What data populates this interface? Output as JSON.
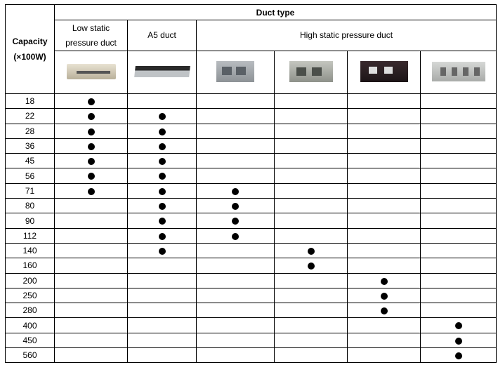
{
  "header": {
    "capacity_label": "Capacity",
    "capacity_unit": "(×100W)",
    "duct_type": "Duct type",
    "groups": {
      "low_static": [
        "Low static",
        "pressure duct"
      ],
      "a5": "A5 duct",
      "high_static": "High static pressure duct"
    }
  },
  "product_images": [
    "low-static-duct-unit",
    "a5-duct-unit",
    "high-static-duct-unit-1",
    "high-static-duct-unit-2",
    "high-static-duct-unit-3",
    "high-static-duct-unit-4"
  ],
  "rows": [
    {
      "capacity": "18",
      "marks": [
        1,
        0,
        0,
        0,
        0,
        0
      ]
    },
    {
      "capacity": "22",
      "marks": [
        1,
        1,
        0,
        0,
        0,
        0
      ]
    },
    {
      "capacity": "28",
      "marks": [
        1,
        1,
        0,
        0,
        0,
        0
      ]
    },
    {
      "capacity": "36",
      "marks": [
        1,
        1,
        0,
        0,
        0,
        0
      ]
    },
    {
      "capacity": "45",
      "marks": [
        1,
        1,
        0,
        0,
        0,
        0
      ]
    },
    {
      "capacity": "56",
      "marks": [
        1,
        1,
        0,
        0,
        0,
        0
      ]
    },
    {
      "capacity": "71",
      "marks": [
        1,
        1,
        1,
        0,
        0,
        0
      ]
    },
    {
      "capacity": "80",
      "marks": [
        0,
        1,
        1,
        0,
        0,
        0
      ]
    },
    {
      "capacity": "90",
      "marks": [
        0,
        1,
        1,
        0,
        0,
        0
      ]
    },
    {
      "capacity": "112",
      "marks": [
        0,
        1,
        1,
        0,
        0,
        0
      ]
    },
    {
      "capacity": "140",
      "marks": [
        0,
        1,
        0,
        1,
        0,
        0
      ]
    },
    {
      "capacity": "160",
      "marks": [
        0,
        0,
        0,
        1,
        0,
        0
      ]
    },
    {
      "capacity": "200",
      "marks": [
        0,
        0,
        0,
        0,
        1,
        0
      ]
    },
    {
      "capacity": "250",
      "marks": [
        0,
        0,
        0,
        0,
        1,
        0
      ]
    },
    {
      "capacity": "280",
      "marks": [
        0,
        0,
        0,
        0,
        1,
        0
      ]
    },
    {
      "capacity": "400",
      "marks": [
        0,
        0,
        0,
        0,
        0,
        1
      ]
    },
    {
      "capacity": "450",
      "marks": [
        0,
        0,
        0,
        0,
        0,
        1
      ]
    },
    {
      "capacity": "560",
      "marks": [
        0,
        0,
        0,
        0,
        0,
        1
      ]
    }
  ]
}
